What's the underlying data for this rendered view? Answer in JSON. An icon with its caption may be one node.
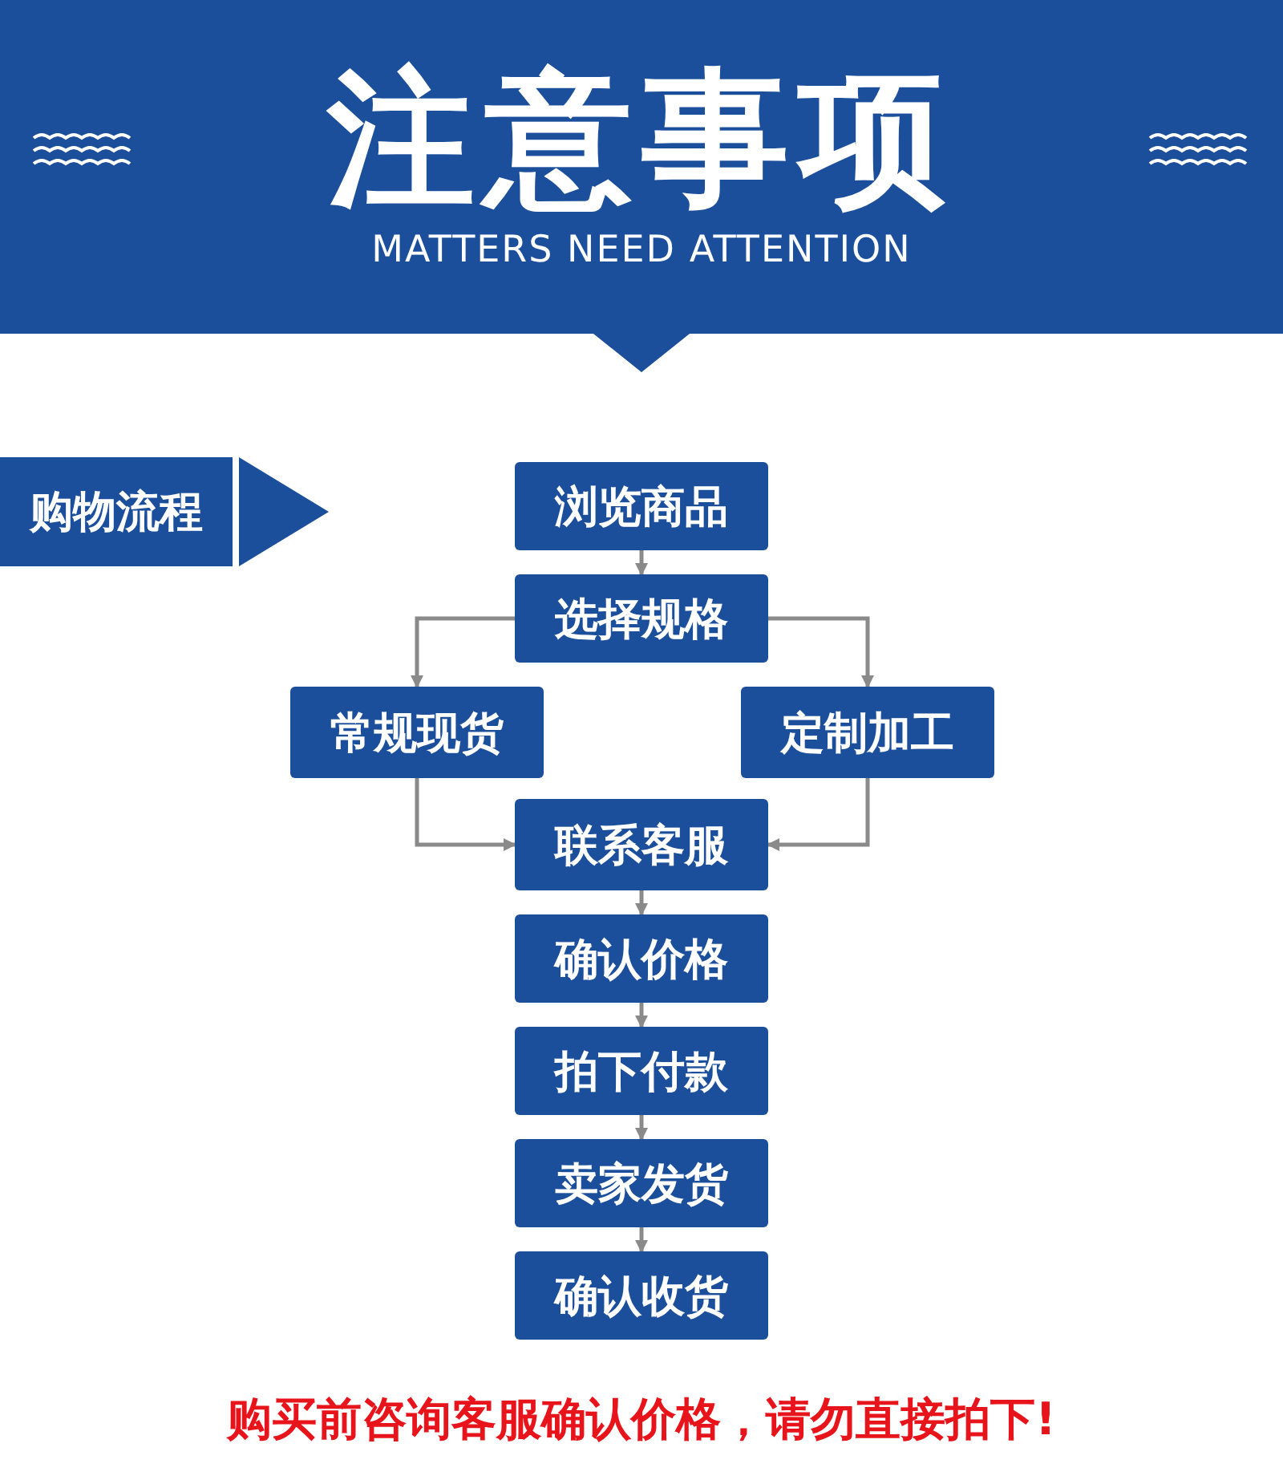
{
  "diagram": {
    "title": "注意事项",
    "nodes": [
      {
        "text": [
          "购物流程"
        ]
      },
      {
        "text": [
          "浏览商品"
        ]
      },
      {
        "text": [
          "选择规格"
        ]
      },
      {
        "text": [
          "常规现货"
        ]
      },
      {
        "text": [
          "定制加工"
        ]
      },
      {
        "text": [
          "联系客服"
        ]
      },
      {
        "text": [
          "确认价格"
        ]
      },
      {
        "text": [
          "拍下付款"
        ]
      },
      {
        "text": [
          "卖家发货"
        ]
      },
      {
        "text": [
          "确认收货"
        ]
      }
    ],
    "edges": [
      {
        "from": 1,
        "to": 2,
        "arrow": "to"
      },
      {
        "from": 2,
        "to": 3,
        "arrow": "to"
      },
      {
        "from": 2,
        "to": 4,
        "arrow": "to"
      },
      {
        "from": 3,
        "to": 5,
        "arrow": "to"
      },
      {
        "from": 4,
        "to": 5,
        "arrow": "to"
      },
      {
        "from": 5,
        "to": 6,
        "arrow": "to"
      },
      {
        "from": 6,
        "to": 7,
        "arrow": "to"
      },
      {
        "from": 7,
        "to": 8,
        "arrow": "to"
      },
      {
        "from": 8,
        "to": 9,
        "arrow": "to"
      }
    ],
    "labels": [
      "MATTERS NEED ATTENTION",
      "购买前咨询客服确认价格，请勿直接拍下!"
    ]
  }
}
